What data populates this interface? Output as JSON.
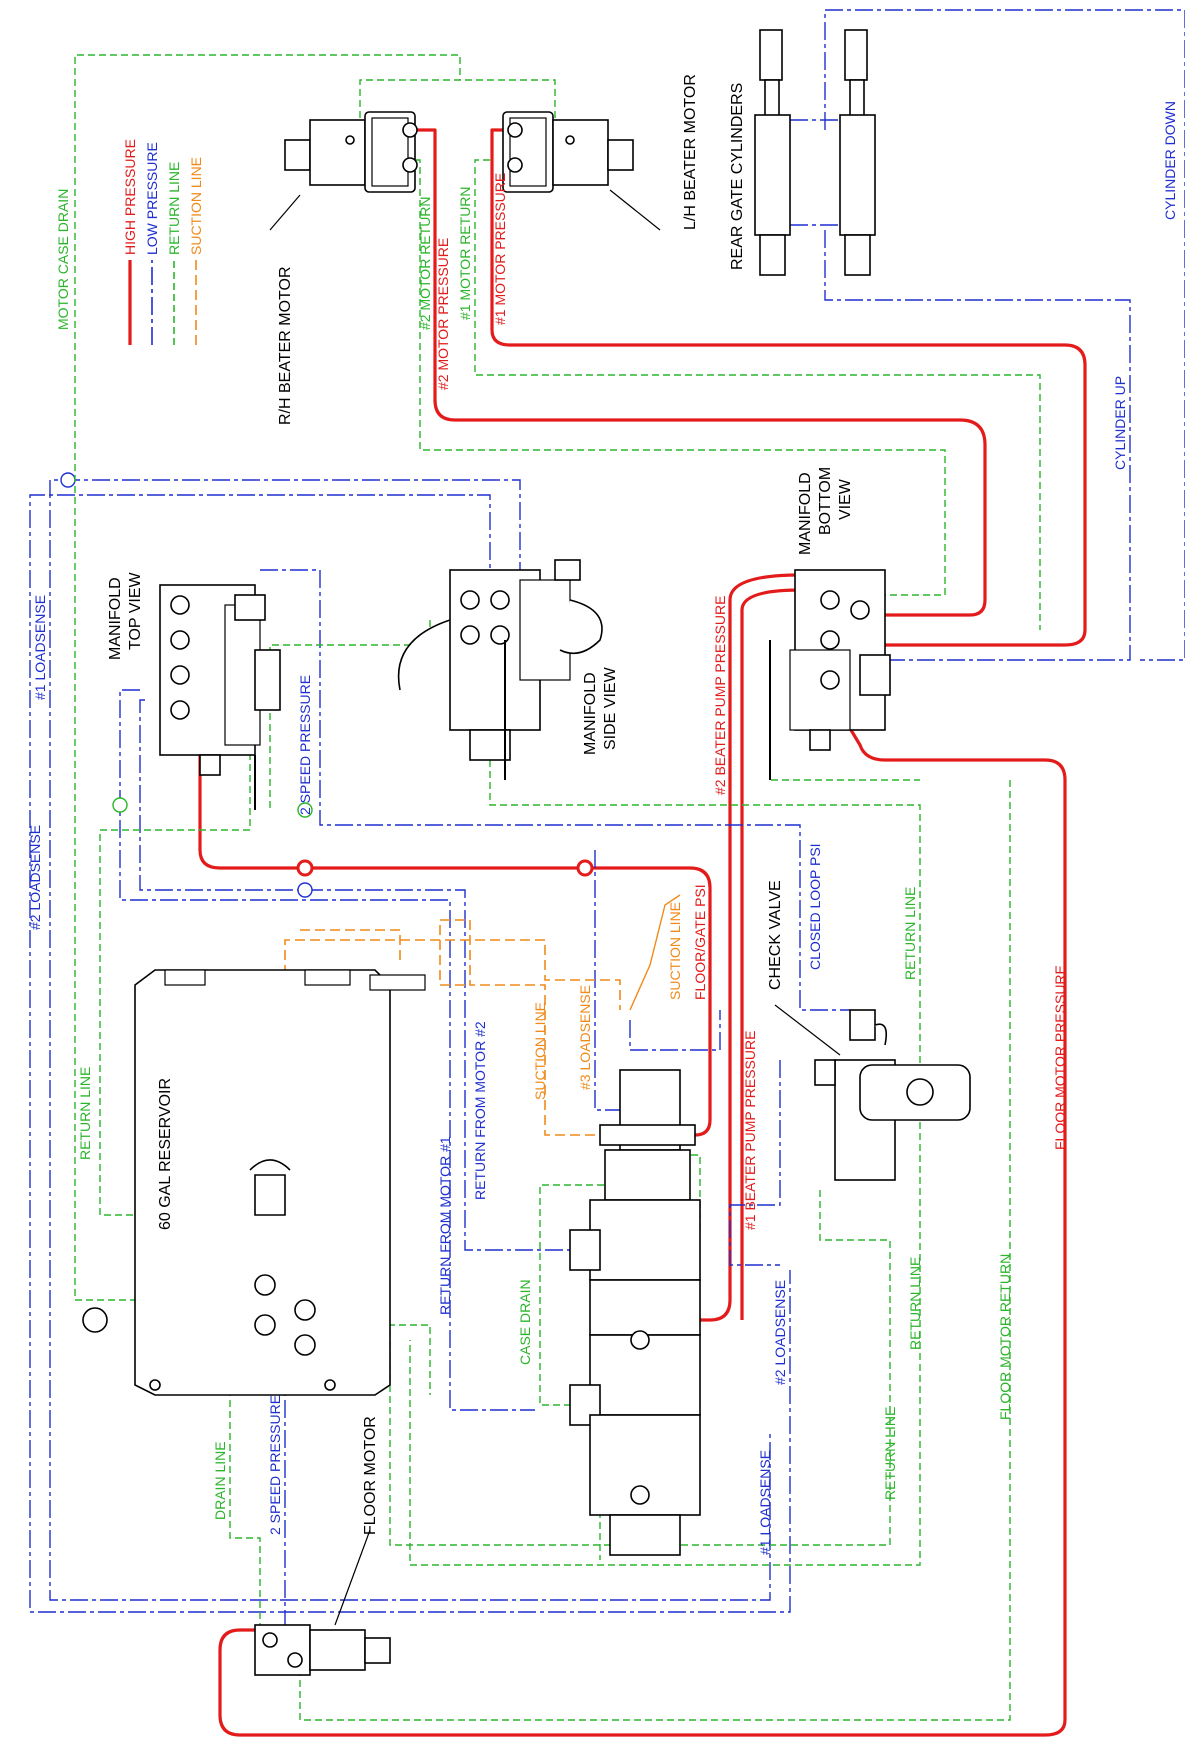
{
  "legend": {
    "items": [
      {
        "label": "HIGH PRESSURE",
        "color": "#e31b1b",
        "style": "solid"
      },
      {
        "label": "LOW PRESSURE",
        "color": "#1f2fd0",
        "style": "dash-dot"
      },
      {
        "label": "RETURN LINE",
        "color": "#2bb52b",
        "style": "dashed"
      },
      {
        "label": "SUCTION LINE",
        "color": "#f08a1a",
        "style": "long-dash"
      }
    ]
  },
  "components": {
    "rh_beater_motor": "R/H BEATER MOTOR",
    "lh_beater_motor": "L/H BEATER MOTOR",
    "rear_gate_cylinders": "REAR GATE CYLINDERS",
    "manifold_top": "MANIFOLD TOP VIEW",
    "manifold_side": "MANIFOLD SIDE VIEW",
    "manifold_bottom": "MANIFOLD BOTTOM VIEW",
    "reservoir": "60 GAL RESERVOIR",
    "check_valve": "CHECK VALVE",
    "floor_motor": "FLOOR MOTOR"
  },
  "line_labels": {
    "motor_case_drain": "MOTOR CASE DRAIN",
    "motor2_return": "#2 MOTOR RETURN",
    "motor2_pressure": "#2 MOTOR PRESSURE",
    "motor1_return": "#1 MOTOR RETURN",
    "motor1_pressure": "#1 MOTOR PRESSURE",
    "cylinder_down": "CYLINDER DOWN",
    "cylinder_up": "CYLINDER UP",
    "loadsense1_left": "#1 LOADSENSE",
    "loadsense2_left": "#2 LOADSENSE",
    "speed2_pressure_top": "2 SPEED PRESSURE",
    "beater2_pump_pressure": "#2 BEATER PUMP PRESSURE",
    "closed_loop_psi": "CLOSED LOOP PSI",
    "return_line_right": "RETURN LINE",
    "suction_line_top": "SUCTION LINE",
    "floor_gate_psi": "FLOOR/GATE PSI",
    "return_from_motor2": "RETURN FROM MOTOR #2",
    "return_from_motor1": "RETURN FROM MOTOR #1",
    "suction_line_mid": "SUCTION LINE",
    "loadsense3": "#3 LOADSENSE",
    "beater1_pump_pressure": "#1 BEATER PUMP PRESSURE",
    "return_line_left": "RETURN LINE",
    "floor_motor_pressure": "FLOOR MOTOR PRESSURE",
    "floor_motor_return": "FLOOR MOTOR RETURN",
    "return_line_mid": "RETURN LINE",
    "return_line_low": "RETURN LINE",
    "case_drain": "CASE DRAIN",
    "loadsense2_mid": "#2 LOADSENSE",
    "loadsense1_mid": "#1 LOADSENSE",
    "drain_line": "DRAIN LINE",
    "speed2_pressure_low": "2 SPEED PRESSURE"
  }
}
